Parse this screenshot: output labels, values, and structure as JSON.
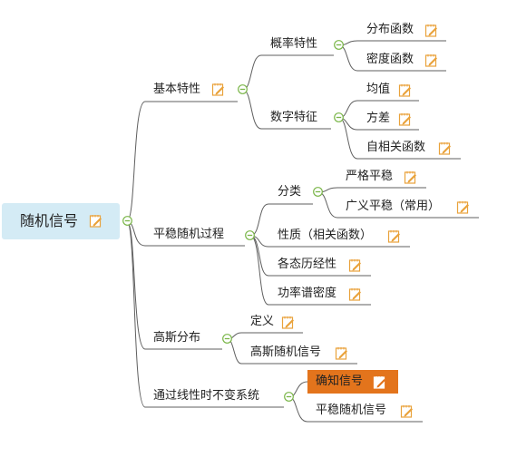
{
  "root": {
    "label": "随机信号",
    "icon": "note-icon"
  },
  "branches": {
    "basic": {
      "label": "基本特性",
      "prob": {
        "label": "概率特性",
        "dist": "分布函数",
        "density": "密度函数"
      },
      "digital": {
        "label": "数字特征",
        "mean": "均值",
        "variance": "方差",
        "autocorr": "自相关函数"
      }
    },
    "stationary": {
      "label": "平稳随机过程",
      "classify": {
        "label": "分类",
        "strict": "严格平稳",
        "wide": "广义平稳（常用）"
      },
      "property": "性质（相关函数）",
      "ergodic": "各态历经性",
      "psd": "功率谱密度"
    },
    "gauss": {
      "label": "高斯分布",
      "def": "定义",
      "signal": "高斯随机信号"
    },
    "lti": {
      "label": "通过线性时不变系统",
      "known": "确知信号",
      "stationary_signal": "平稳随机信号"
    }
  },
  "colors": {
    "line": "#5f5f5f",
    "root_fill": "#d4ebf5",
    "highlight_fill": "#e3741c",
    "collapse_green": "#7ab648",
    "note_orange": "#e9a23b"
  }
}
